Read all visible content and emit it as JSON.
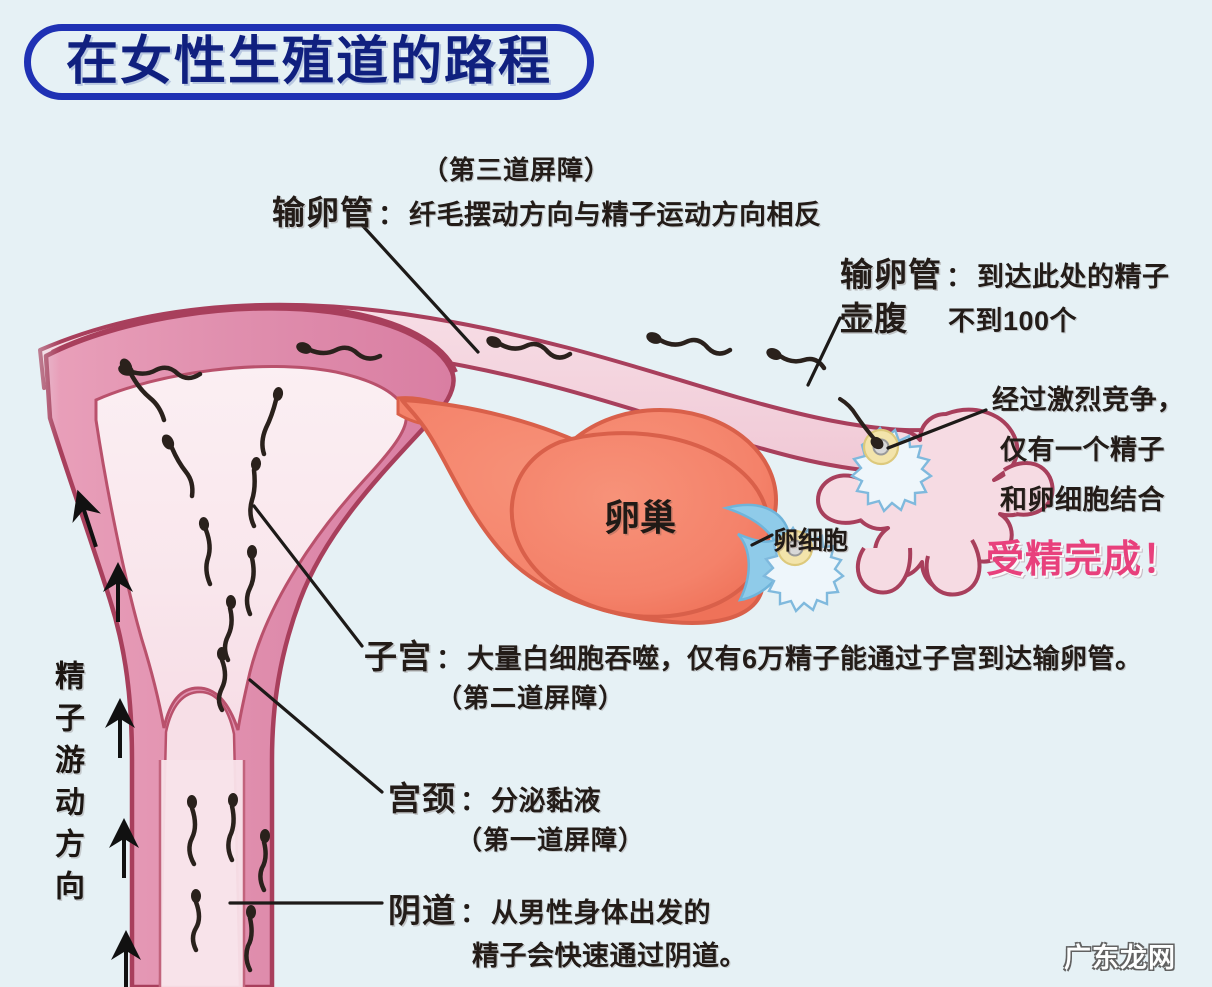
{
  "title": {
    "text": "在女性生殖道的路程"
  },
  "colors": {
    "background": "#e6f1f5",
    "title_border": "#1f31b4",
    "title_text": "#10207f",
    "uterus_wall": "#e493b1",
    "uterus_outline": "#a83f5c",
    "cavity": "#f8e3ea",
    "tube_fill": "#f5d3dd",
    "ovary_fill": "#f4826a",
    "ovary_outline": "#d9604a",
    "egg_ring": "#f2e2a8",
    "fimbria_blue": "#86c8e8",
    "sperm": "#2a211c",
    "highlight_pink": "#e8407c"
  },
  "annotations": {
    "fallopian_tube": {
      "paren": "（第三道屏障）",
      "organ": "输卵管",
      "colon": "：",
      "desc": "纤毛摆动方向与精子运动方向相反"
    },
    "ampulla": {
      "organ_line1": "输卵管",
      "colon": "：",
      "desc_line1": "到达此处的精子",
      "organ_line2": "壶腹",
      "desc_line2": "不到100个"
    },
    "fertilization": {
      "line1": "经过激烈竞争，",
      "line2": "仅有一个精子",
      "line3": "和卵细胞结合",
      "highlight": "受精完成！"
    },
    "uterus": {
      "organ": "子宫",
      "colon": "：",
      "desc": "大量白细胞吞噬，仅有6万精子能通过子宫到达输卵管。",
      "paren": "（第二道屏障）"
    },
    "cervix": {
      "organ": "宫颈",
      "colon": "：",
      "desc": "分泌黏液",
      "paren": "（第一道屏障）"
    },
    "vagina": {
      "organ": "阴道",
      "colon": "：",
      "desc_line1": "从男性身体出发的",
      "desc_line2": "精子会快速通过阴道。"
    },
    "ovary": {
      "label": "卵巢"
    },
    "egg_cell": {
      "label": "卵细胞"
    },
    "swim_direction": {
      "label": "精子游动方向"
    }
  },
  "watermark": {
    "text": "广东龙网"
  },
  "icons": {
    "up_arrow": "up-arrow-icon",
    "sperm": "sperm-icon",
    "egg": "egg-cell-icon",
    "leader_line": "leader-line"
  }
}
